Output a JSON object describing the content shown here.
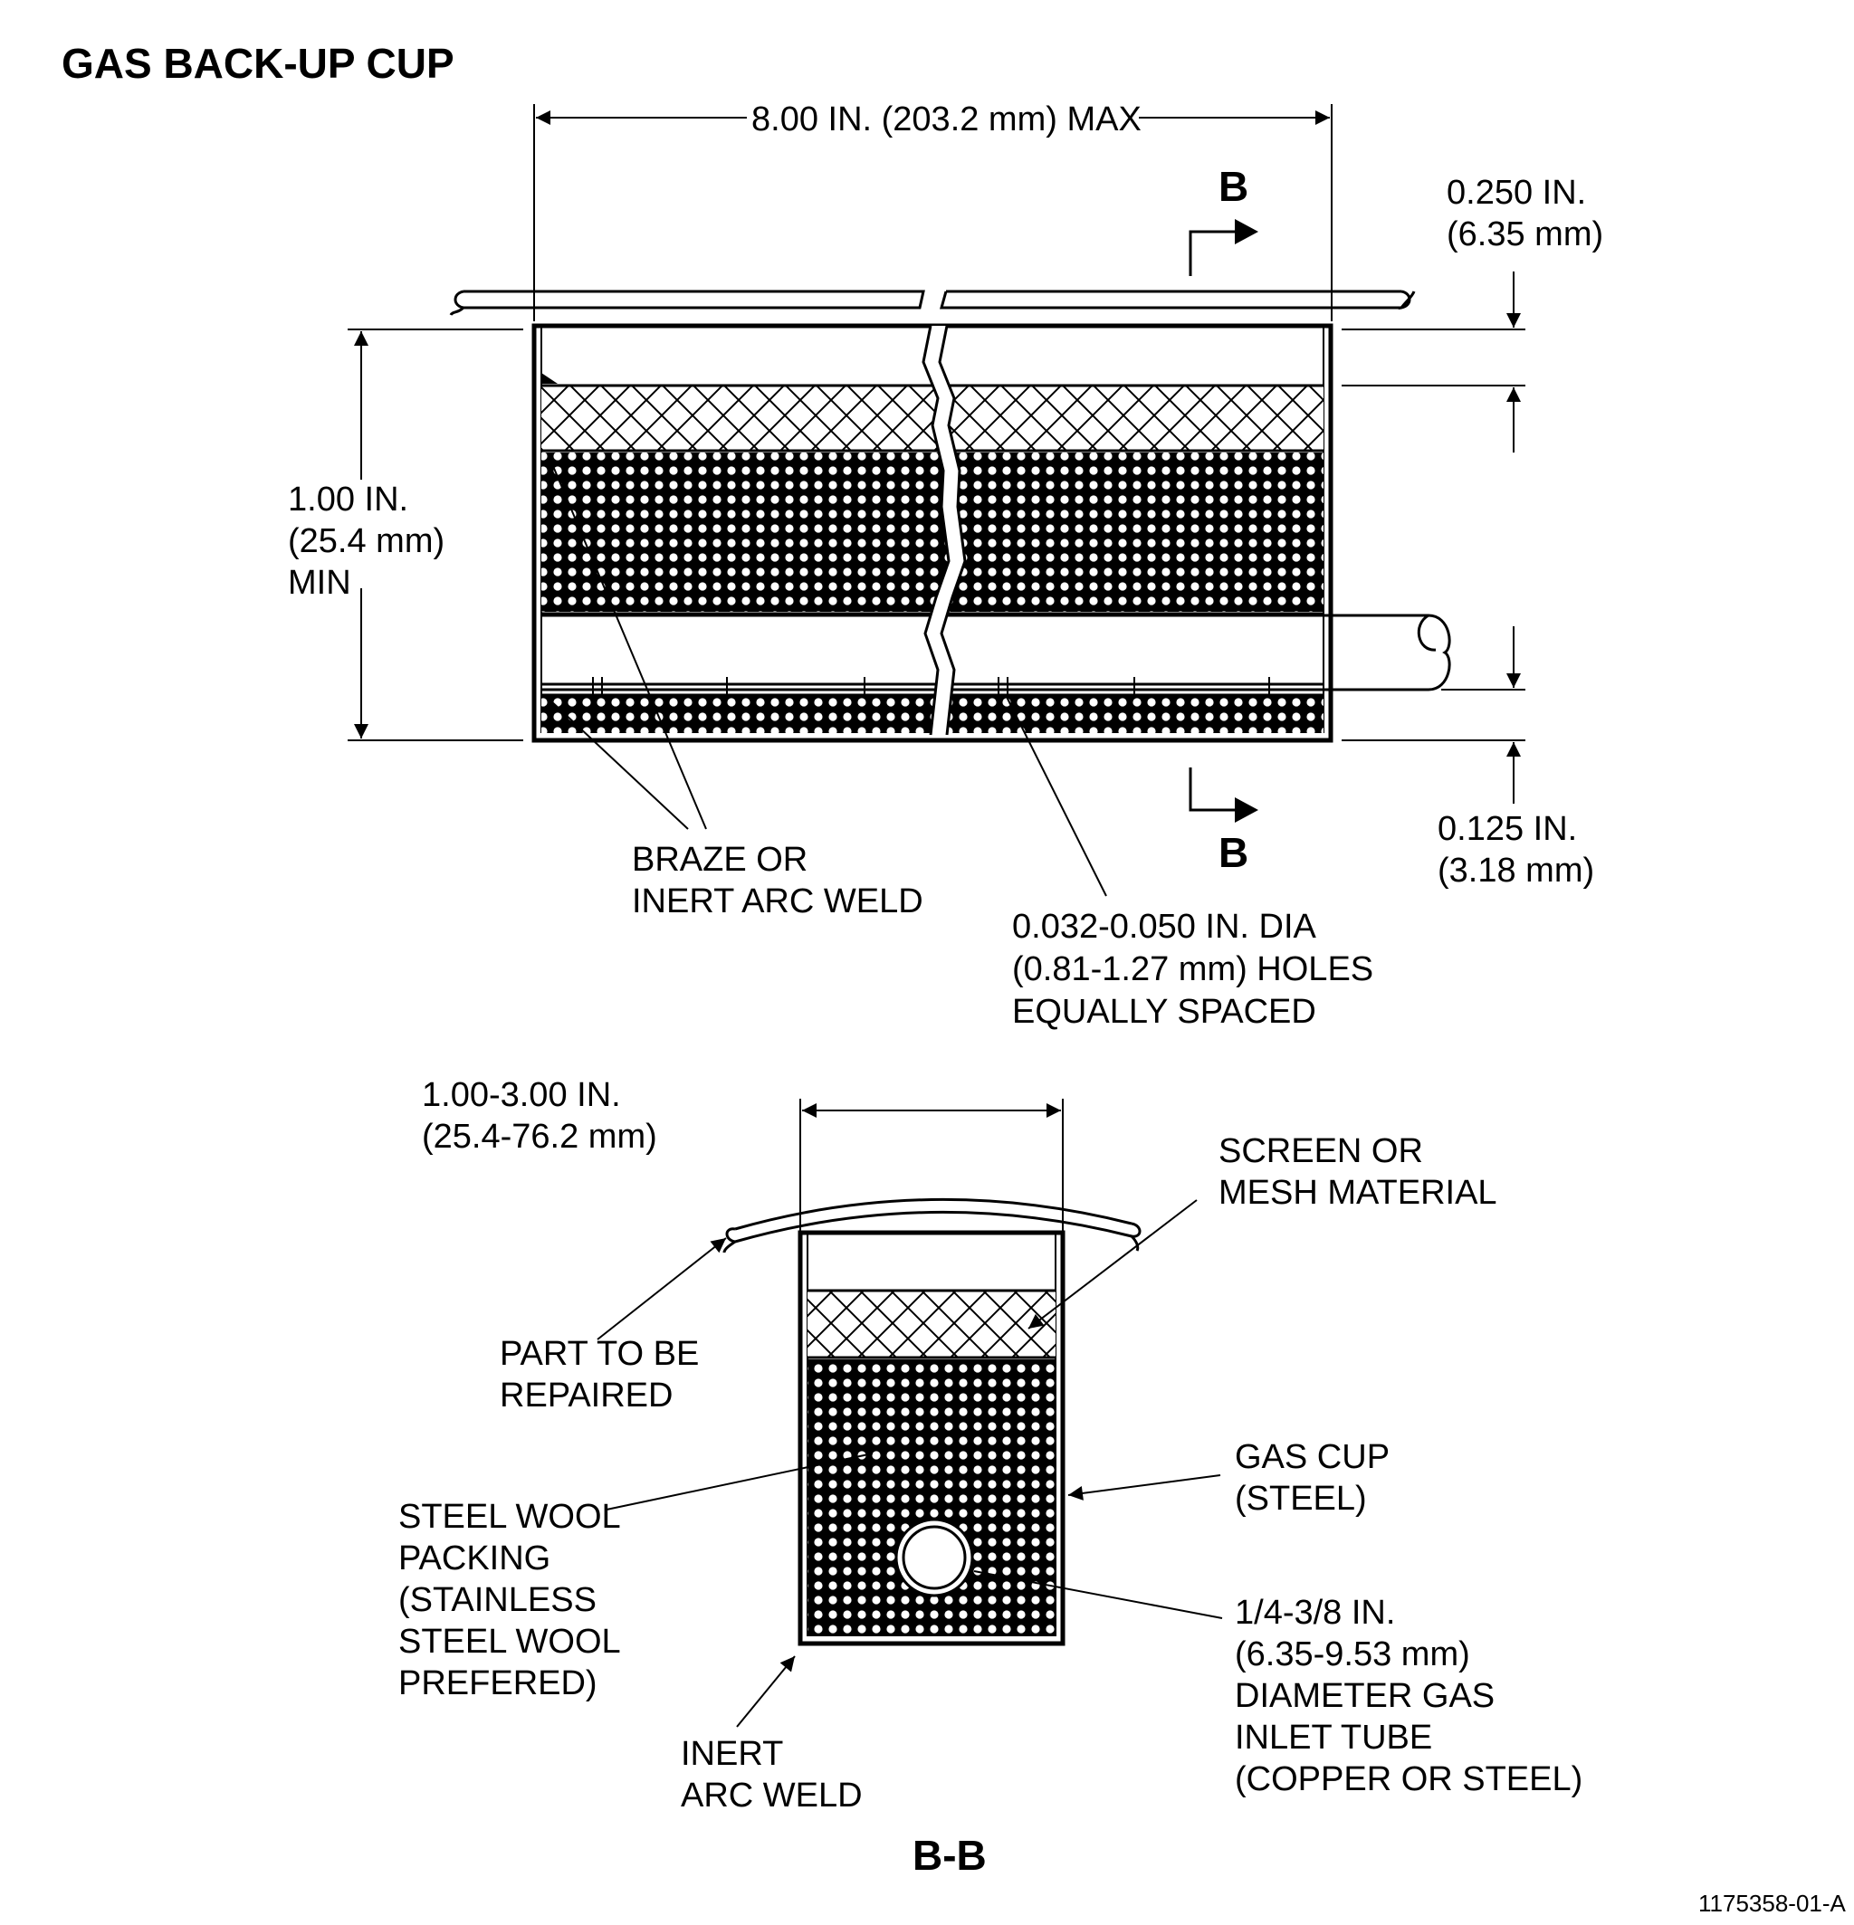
{
  "title": "GAS BACK-UP CUP",
  "figure_code": "1175358-01-A",
  "top_view": {
    "length_label": "8.00 IN. (203.2 mm) MAX",
    "section_marker": "B",
    "top_offset_label": [
      "0.250 IN.",
      "(6.35 mm)"
    ],
    "height_label": [
      "1.00 IN.",
      "(25.4 mm)",
      "MIN"
    ],
    "bottom_offset_label": [
      "0.125 IN.",
      "(3.18 mm)"
    ],
    "weld_label": [
      "BRAZE OR",
      "INERT ARC WELD"
    ],
    "holes_label": [
      "0.032-0.050 IN. DIA",
      "(0.81-1.27 mm) HOLES",
      "EQUALLY SPACED"
    ]
  },
  "section_view": {
    "section_title": "B-B",
    "width_label": [
      "1.00-3.00 IN.",
      "(25.4-76.2 mm)"
    ],
    "screen_label": [
      "SCREEN OR",
      "MESH MATERIAL"
    ],
    "part_label": [
      "PART TO BE",
      "REPAIRED"
    ],
    "cup_label": [
      "GAS CUP",
      "(STEEL)"
    ],
    "packing_label": [
      "STEEL WOOL",
      "PACKING",
      "(STAINLESS",
      "STEEL WOOL",
      "PREFERED)"
    ],
    "tube_label": [
      "1/4-3/8 IN.",
      "(6.35-9.53 mm)",
      "DIAMETER GAS",
      "INLET TUBE",
      "(COPPER OR STEEL)"
    ],
    "arc_weld_label": [
      "INERT",
      "ARC WELD"
    ]
  }
}
